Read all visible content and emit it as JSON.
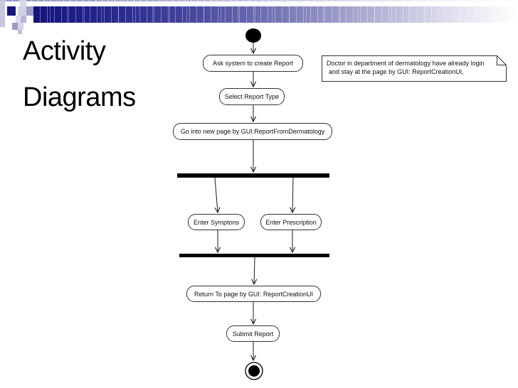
{
  "slide": {
    "title": "Activity Diagrams",
    "title_line1": "Activity",
    "title_line2": "Diagrams"
  },
  "diagram": {
    "type": "uml-activity",
    "actions": [
      {
        "label": "Ask system to create Report"
      },
      {
        "label": "Select Report Type"
      },
      {
        "label": "Go into new page by GUI:ReportFromDermatology"
      },
      {
        "label": "Enter Symptons"
      },
      {
        "label": "Enter Prescription"
      },
      {
        "label": "Return To page by GUI: ReportCreationUI"
      },
      {
        "label": "Submit Report"
      }
    ],
    "note": {
      "line1": "Doctor in department of dermatology have already login",
      "line2": "and stay at the page by GUI: ReportCreationUI,"
    },
    "flow": [
      "initial -> Ask system to create Report",
      "Ask system to create Report -> Select Report Type",
      "Select Report Type -> Go into new page by GUI:ReportFromDermatology",
      "Go into new page by GUI:ReportFromDermatology -> fork",
      "fork -> Enter Symptons",
      "fork -> Enter Prescription",
      "Enter Symptons -> join",
      "Enter Prescription -> join",
      "join -> Return To page by GUI: ReportCreationUI",
      "Return To page by GUI: ReportCreationUI -> Submit Report",
      "Submit Report -> final"
    ],
    "colors": {
      "node_border": "#333333",
      "node_fill": "#ffffff",
      "connector": "#1a1a1a",
      "bar_fill": "#000000"
    }
  },
  "theme": {
    "header_dark": "#14147c",
    "header_mid": "#5a5aac",
    "header_light": "#e6e6f2",
    "background": "#ffffff",
    "title_color": "#000000"
  }
}
